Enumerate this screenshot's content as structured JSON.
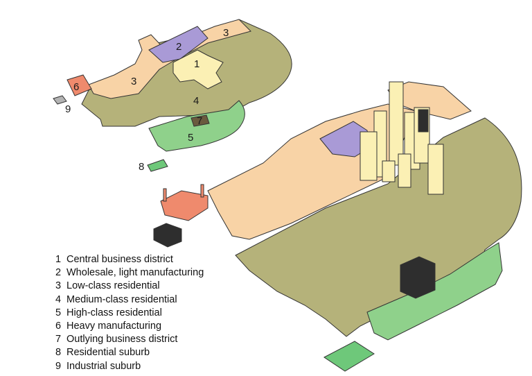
{
  "colors": {
    "cbd": "#fbf0b4",
    "wholesale": "#a99ad6",
    "low_class": "#f8d3a6",
    "medium_class": "#b5b27a",
    "high_class": "#8fd18b",
    "heavy_mfg": "#ef8a6d",
    "outlying": "#6a5a3e",
    "suburb_res": "#6ec87a",
    "suburb_ind": "#b3b3b3",
    "outline": "#333333",
    "suburb_tile": "#2e2e2e"
  },
  "map_labels": [
    "1",
    "2",
    "3",
    "3",
    "4",
    "5",
    "6",
    "7",
    "8",
    "9"
  ],
  "legend": [
    {
      "num": "1",
      "text": "Central business district"
    },
    {
      "num": "2",
      "text": "Wholesale, light manufacturing"
    },
    {
      "num": "3",
      "text": "Low-class residential"
    },
    {
      "num": "4",
      "text": "Medium-class residential"
    },
    {
      "num": "5",
      "text": "High-class residential"
    },
    {
      "num": "6",
      "text": "Heavy manufacturing"
    },
    {
      "num": "7",
      "text": "Outlying business district"
    },
    {
      "num": "8",
      "text": "Residential suburb"
    },
    {
      "num": "9",
      "text": "Industrial suburb"
    }
  ]
}
